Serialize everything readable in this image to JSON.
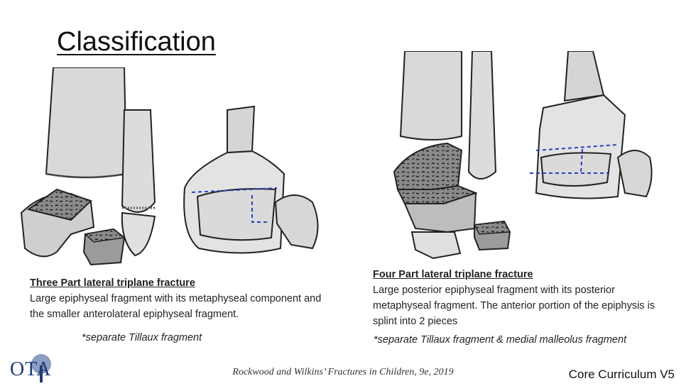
{
  "slide": {
    "title": "Classification",
    "left": {
      "heading": "Three Part lateral triplane fracture",
      "body": "Large epiphyseal fragment with its metaphyseal component and the smaller anterolateral epiphyseal fragment.",
      "note": "*separate Tillaux fragment"
    },
    "right": {
      "heading": "Four Part lateral triplane fracture",
      "body": "Large posterior epiphyseal fragment with its posterior metaphyseal fragment. The anterior portion of the epiphysis is splint into 2 pieces",
      "note": "*separate Tillaux fragment & medial malleolus fragment"
    },
    "citation": "Rockwood and Wilkins’ Fractures in Children, 9e,  2019",
    "logo_text": "OTA",
    "brand": "Core Curriculum V5"
  }
}
